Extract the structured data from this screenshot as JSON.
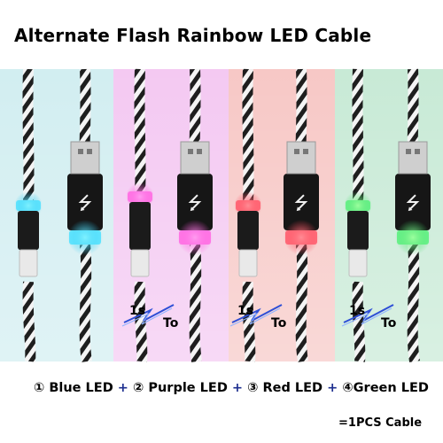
{
  "title": "Alternate Flash Rainbow LED Cable",
  "panels": [
    {
      "color": "#d2eef1",
      "led_color": "#25c8f2",
      "led_name": "blue"
    },
    {
      "color": "#f4c9f2",
      "led_color": "#ff4ddb",
      "led_name": "purple"
    },
    {
      "color": "#f7c8c6",
      "led_color": "#ff3b4f",
      "led_name": "red"
    },
    {
      "color": "#c8ead6",
      "led_color": "#3ddc66",
      "led_name": "green"
    }
  ],
  "flash_labels": [
    {
      "from": "1s",
      "to": "To"
    },
    {
      "from": "1s",
      "to": "To"
    },
    {
      "from": "1s",
      "to": "To"
    }
  ],
  "legend": {
    "items": [
      "① Blue LED",
      "② Purple LED",
      "③ Red LED",
      "④Green LED"
    ],
    "separator": "+",
    "summary": "=1PCS Cable"
  }
}
